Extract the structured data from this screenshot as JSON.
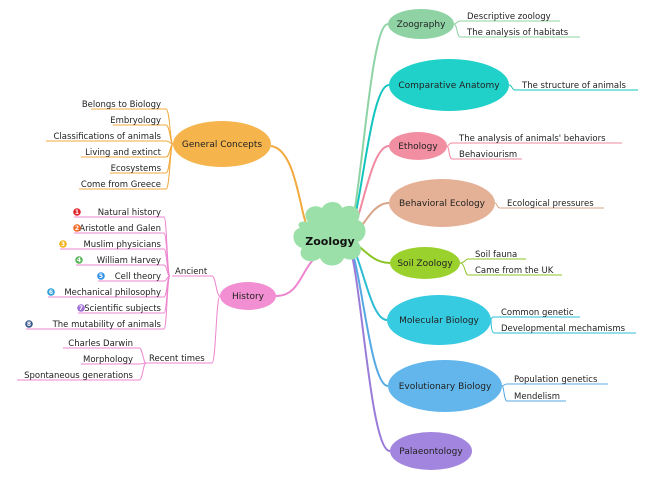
{
  "central": {
    "label": "Zoology",
    "color": "#9be0a8"
  },
  "right_branches": [
    {
      "label": "Zoography",
      "color": "#8fd3a5",
      "line": "#8fd3a5",
      "children": [
        "Descriptive zoology",
        "The analysis of habitats"
      ]
    },
    {
      "label": "Comparative Anatomy",
      "color": "#20d1c9",
      "line": "#12c4bd",
      "children": [
        "The structure of animals"
      ]
    },
    {
      "label": "Ethology",
      "color": "#f28ea1",
      "line": "#f08aa0",
      "children": [
        "The analysis of animals' behaviors",
        "Behaviourism"
      ]
    },
    {
      "label": "Behavioral Ecology",
      "color": "#e5b196",
      "line": "#d8a488",
      "children": [
        "Ecological pressures"
      ]
    },
    {
      "label": "Soil Zoology",
      "color": "#9bd12d",
      "line": "#8cc425",
      "children": [
        "Soil fauna",
        "Came from the UK"
      ]
    },
    {
      "label": "Molecular Biology",
      "color": "#36cbe0",
      "line": "#2cbdd3",
      "children": [
        "Common genetic",
        "Developmental mechamisms"
      ]
    },
    {
      "label": "Evolutionary Biology",
      "color": "#62b6ec",
      "line": "#55a8e2",
      "children": [
        "Population genetics",
        "Mendelism"
      ]
    },
    {
      "label": "Palaeontology",
      "color": "#a285de",
      "line": "#9a7cd8",
      "children": []
    }
  ],
  "general_concepts": {
    "label": "General Concepts",
    "color": "#f6b44d",
    "line": "#f2a93d",
    "children": [
      "Belongs to Biology",
      "Embryology",
      "Classifications of animals",
      "Living and extinct",
      "Ecosystems",
      "Come from Greece"
    ]
  },
  "history": {
    "label": "History",
    "color": "#f28fd3",
    "line": "#ee86cf",
    "ancient": {
      "label": "Ancient",
      "items": [
        {
          "text": "Natural history",
          "badge": "1",
          "badge_color": "#e0252d"
        },
        {
          "text": "Aristotle and Galen",
          "badge": "2",
          "badge_color": "#f26a23"
        },
        {
          "text": "Muslim physicians",
          "badge": "3",
          "badge_color": "#f2b21c"
        },
        {
          "text": "William Harvey",
          "badge": "4",
          "badge_color": "#5cb85c"
        },
        {
          "text": "Cell theory",
          "badge": "5",
          "badge_color": "#2f8fe6"
        },
        {
          "text": "Mechanical philosophy",
          "badge": "6",
          "badge_color": "#2c9ed8"
        },
        {
          "text": "Scientific subjects",
          "badge": "7",
          "badge_color": "#a06fd6"
        },
        {
          "text": "The mutability of animals",
          "badge": "8",
          "badge_color": "#3a5a8c"
        }
      ]
    },
    "recent": {
      "label": "Recent times",
      "items": [
        "Charles Darwin",
        "Morphology",
        "Spontaneous generations"
      ]
    }
  }
}
